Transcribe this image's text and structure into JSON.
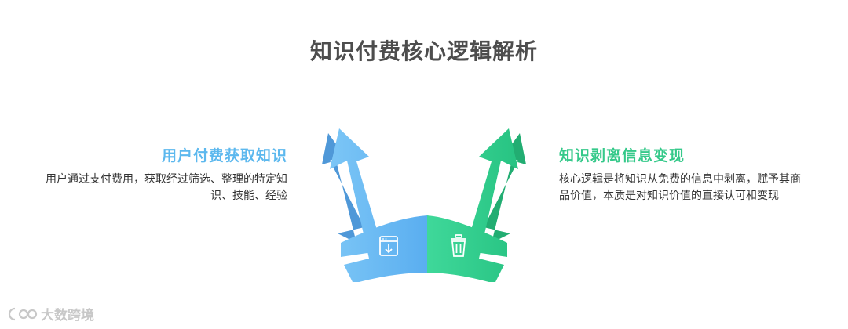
{
  "title": "知识付费核心逻辑解析",
  "left": {
    "heading": "用户付费获取知识",
    "text": "用户通过支付费用，获取经过筛选、整理的特定知识、技能、经验",
    "icon": "browser-download-icon",
    "color": "#5cb8ee"
  },
  "right": {
    "heading": "知识剥离信息变现",
    "text": "核心逻辑是将知识从免费的信息中剥离，赋予其商品价值，本质是对知识价值的直接认可和变现",
    "icon": "trash-bin-icon",
    "color": "#35c98a"
  },
  "watermark": "大数跨境"
}
